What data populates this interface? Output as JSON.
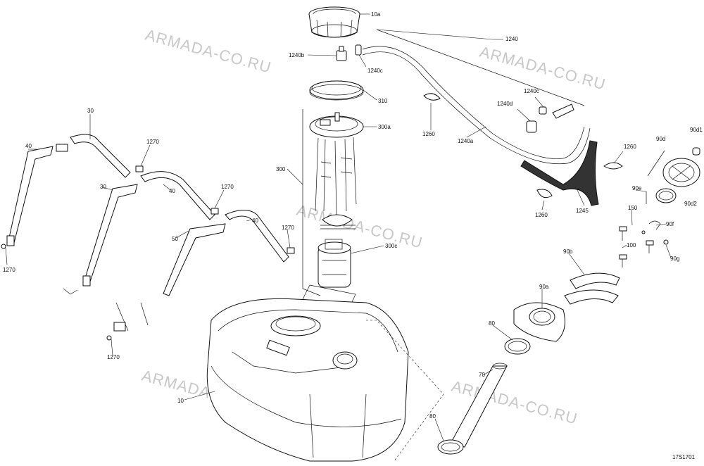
{
  "diagram": {
    "reference_code": "17S1701",
    "watermark": "ARMADA-CO.RU",
    "callouts": [
      {
        "id": "10a",
        "text": "10a"
      },
      {
        "id": "1240",
        "text": "1240"
      },
      {
        "id": "1240b",
        "text": "1240b"
      },
      {
        "id": "1240c-top",
        "text": "1240c"
      },
      {
        "id": "310",
        "text": "310"
      },
      {
        "id": "1240c-right",
        "text": "1240c"
      },
      {
        "id": "1240d",
        "text": "1240d"
      },
      {
        "id": "300a",
        "text": "300a"
      },
      {
        "id": "1260-a",
        "text": "1260"
      },
      {
        "id": "1240a",
        "text": "1240a"
      },
      {
        "id": "1260-b",
        "text": "1260"
      },
      {
        "id": "90d1",
        "text": "90d1"
      },
      {
        "id": "90d",
        "text": "90d"
      },
      {
        "id": "90d2",
        "text": "90d2"
      },
      {
        "id": "300",
        "text": "300"
      },
      {
        "id": "30-top",
        "text": "30"
      },
      {
        "id": "1270-a",
        "text": "1270"
      },
      {
        "id": "40-left",
        "text": "40"
      },
      {
        "id": "40-mid",
        "text": "40"
      },
      {
        "id": "1270-b",
        "text": "1270"
      },
      {
        "id": "30-mid",
        "text": "30"
      },
      {
        "id": "1260-c",
        "text": "1260"
      },
      {
        "id": "1245",
        "text": "1245"
      },
      {
        "id": "90e",
        "text": "90e"
      },
      {
        "id": "150",
        "text": "150"
      },
      {
        "id": "90f",
        "text": "90f"
      },
      {
        "id": "100",
        "text": "100"
      },
      {
        "id": "90g",
        "text": "90g"
      },
      {
        "id": "1270-c",
        "text": "1270"
      },
      {
        "id": "40-right",
        "text": "40"
      },
      {
        "id": "50",
        "text": "50"
      },
      {
        "id": "300c",
        "text": "300c"
      },
      {
        "id": "1270-d",
        "text": "1270"
      },
      {
        "id": "90b",
        "text": "90b"
      },
      {
        "id": "90a",
        "text": "90a"
      },
      {
        "id": "80-top",
        "text": "80"
      },
      {
        "id": "1270-e",
        "text": "1270"
      },
      {
        "id": "70",
        "text": "70"
      },
      {
        "id": "10",
        "text": "10"
      },
      {
        "id": "80-bottom",
        "text": "80"
      }
    ]
  }
}
